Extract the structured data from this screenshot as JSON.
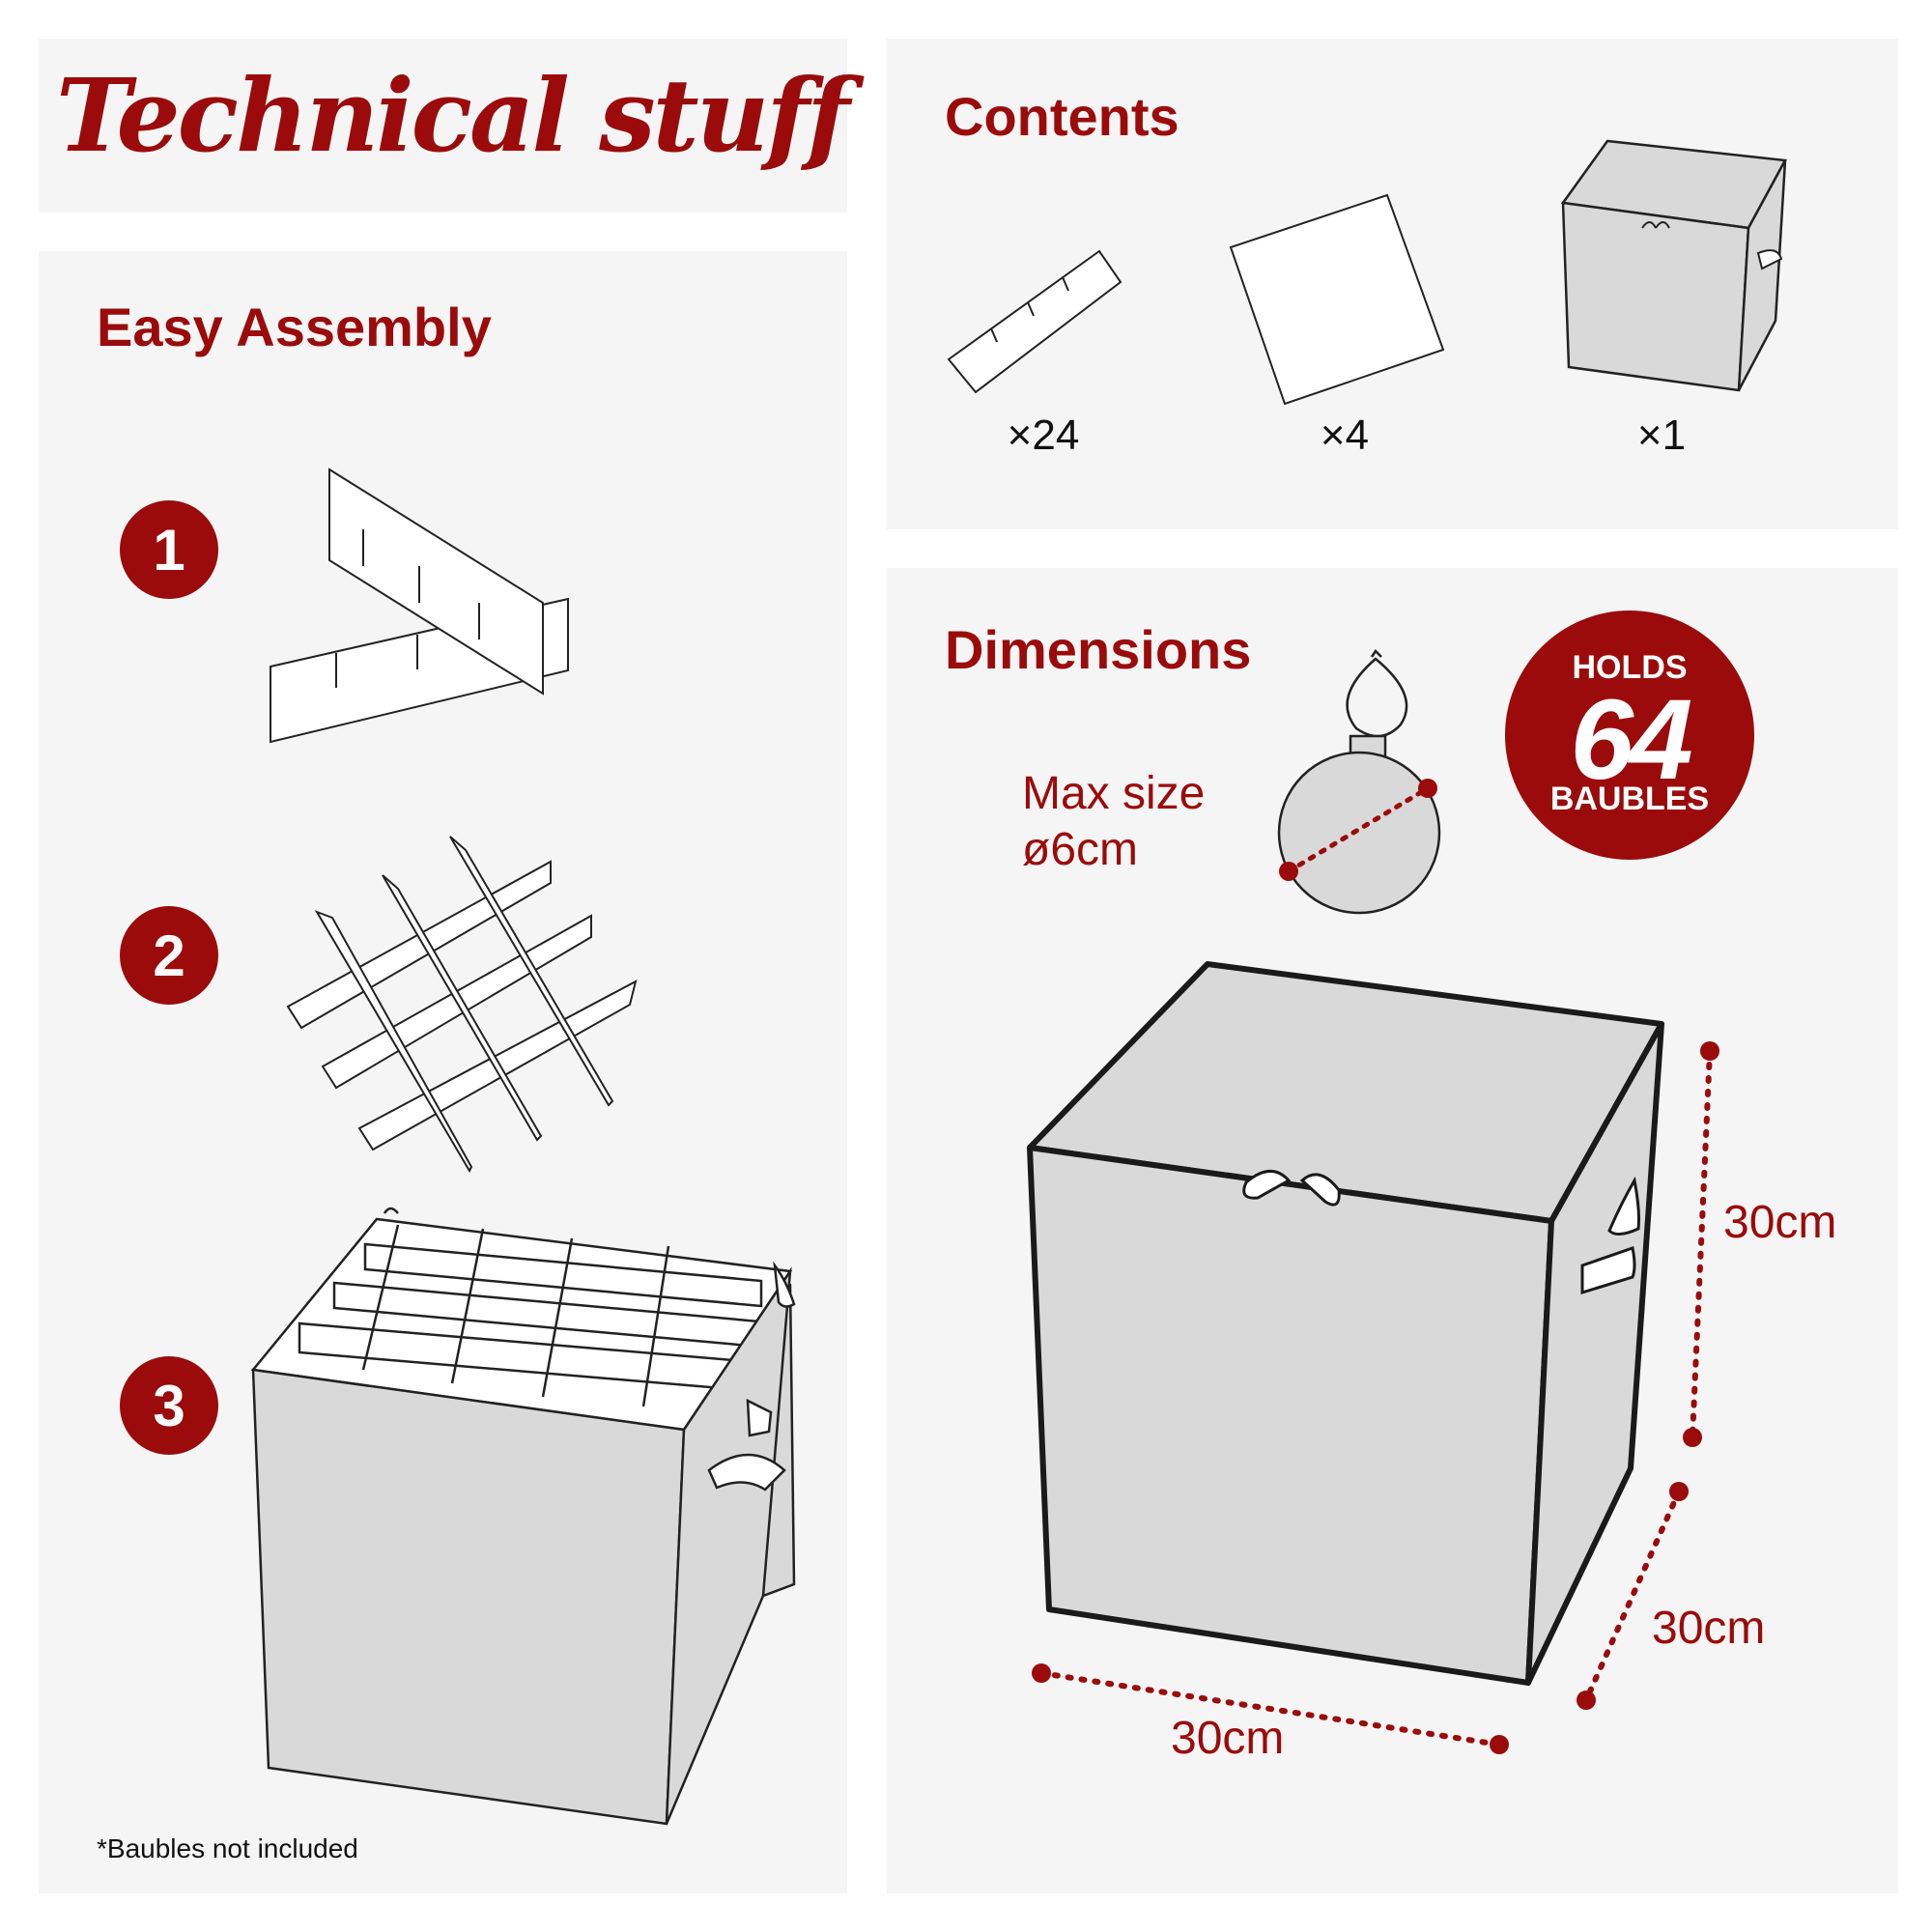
{
  "title": "Technical stuff",
  "assembly": {
    "heading": "Easy Assembly",
    "steps": [
      "1",
      "2",
      "3"
    ],
    "footnote": "*Baubles not included"
  },
  "contents": {
    "heading": "Contents",
    "items": [
      {
        "name": "divider strip",
        "qty": "×24"
      },
      {
        "name": "base panel",
        "qty": "×4"
      },
      {
        "name": "storage box",
        "qty": "×1"
      }
    ]
  },
  "dimensions": {
    "heading": "Dimensions",
    "max_size_line1": "Max size",
    "max_size_line2": "ø6cm",
    "badge": {
      "line1": "HOLDS",
      "number": "64",
      "line3": "BAUBLES"
    },
    "height": "30cm",
    "depth": "30cm",
    "width": "30cm"
  },
  "colors": {
    "brand_red": "#9b0b0b",
    "panel_bg": "#f5f5f5",
    "box_fill": "#d9d9d9"
  }
}
